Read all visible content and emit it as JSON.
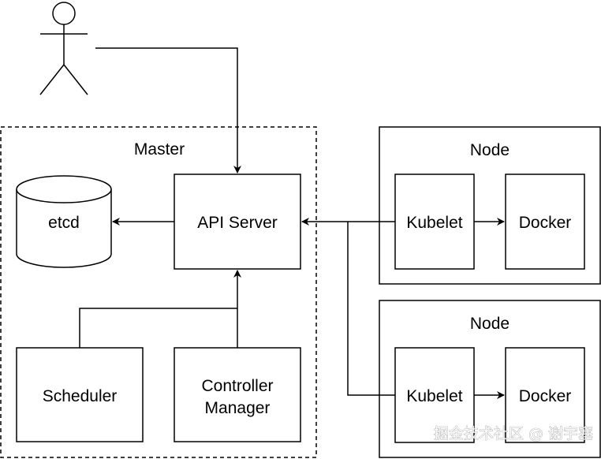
{
  "diagram": {
    "user_label": "",
    "master": {
      "title": "Master"
    },
    "etcd": {
      "label": "etcd"
    },
    "api_server": {
      "label": "API Server"
    },
    "scheduler": {
      "label": "Scheduler"
    },
    "controller_manager": {
      "line1": "Controller",
      "line2": "Manager"
    },
    "nodes": [
      {
        "title": "Node",
        "kubelet": "Kubelet",
        "docker": "Docker"
      },
      {
        "title": "Node",
        "kubelet": "Kubelet",
        "docker": "Docker"
      }
    ],
    "watermark": "掘金技术社区 @ 谢宇塞"
  }
}
